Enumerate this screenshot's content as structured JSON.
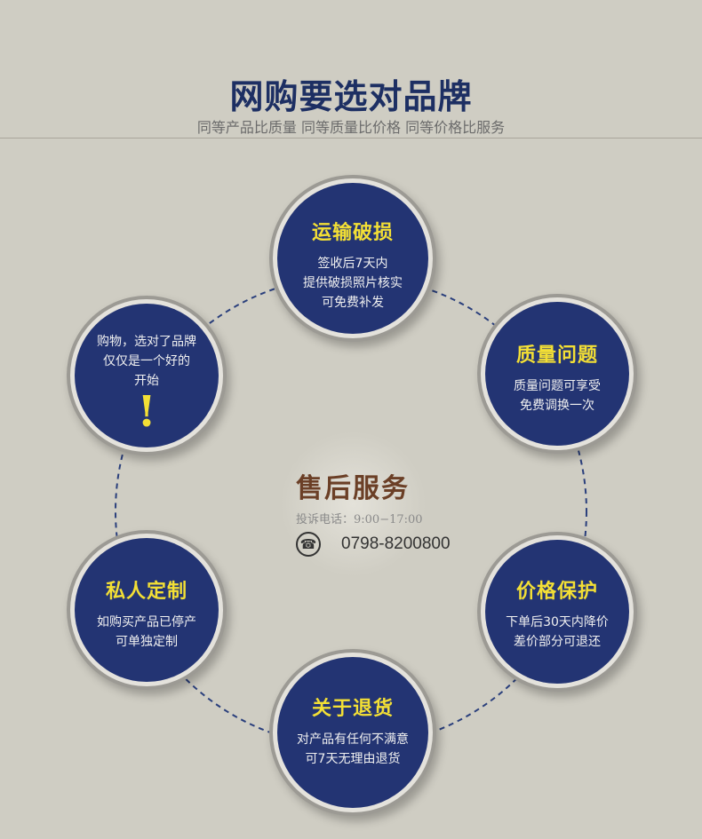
{
  "header": {
    "title": "网购要选对品牌",
    "subtitle": "同等产品比质量  同等质量比价格  同等价格比服务"
  },
  "colors": {
    "bubble": "#233473",
    "accent": "#f3df35",
    "background": "#cfcdc3",
    "service_title": "#6b3f26"
  },
  "bubbles": {
    "shipping": {
      "title": "运输破损",
      "lines": [
        "签收后7天内",
        "提供破损照片核实",
        "可免费补发"
      ]
    },
    "quality": {
      "title": "质量问题",
      "lines": [
        "质量问题可享受",
        "免费调换一次"
      ]
    },
    "price": {
      "title": "价格保护",
      "lines": [
        "下单后30天内降价",
        "差价部分可退还"
      ]
    },
    "returns": {
      "title": "关于退货",
      "lines": [
        "对产品有任何不满意",
        "可7天无理由退货"
      ]
    },
    "custom": {
      "title": "私人定制",
      "lines": [
        "如购买产品已停产",
        "可单独定制"
      ]
    },
    "brand": {
      "lines": [
        "购物，选对了品牌",
        "仅仅是一个好的",
        "开始"
      ],
      "mark": "!"
    }
  },
  "service": {
    "title": "售后服务",
    "hours": "投诉电话：9:00−17:00",
    "phone_icon": "phone-icon",
    "phone": "0798-8200800"
  }
}
